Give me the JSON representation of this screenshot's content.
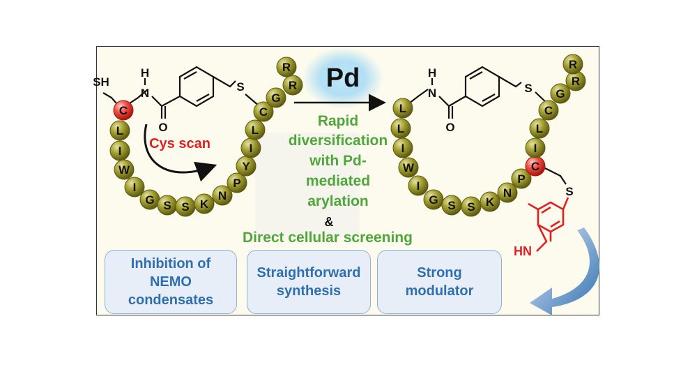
{
  "catalyst": "Pd",
  "left_peptide": {
    "residues": [
      "C",
      "L",
      "I",
      "W",
      "I",
      "G",
      "S",
      "S",
      "K",
      "N",
      "P",
      "Y",
      "I",
      "L",
      "C",
      "G",
      "R",
      "R"
    ],
    "sh_label": "SH",
    "h_label": "H",
    "n_label": "N",
    "o_label": "O",
    "s_label": "S",
    "cys_scan_label": "Cys scan"
  },
  "right_peptide": {
    "residues": [
      "L",
      "L",
      "I",
      "W",
      "I",
      "G",
      "S",
      "S",
      "K",
      "N",
      "P",
      "C",
      "I",
      "L",
      "C",
      "G",
      "R",
      "R"
    ],
    "h_label": "H",
    "n_label": "N",
    "o_label": "O",
    "s_label": "S",
    "s2_label": "S",
    "hn_label": "HN"
  },
  "center_text": {
    "line1": "Rapid",
    "line2": "diversification",
    "line3": "with Pd-",
    "line4": "mediated",
    "line5": "arylation",
    "amp": "&",
    "line6": "Direct cellular screening"
  },
  "boxes": {
    "inhibition": "Inhibition of\nNEMO\ncondensates",
    "synthesis": "Straightforward\nsynthesis",
    "modulator": "Strong\nmodulator"
  },
  "colors": {
    "bead": "#9e9a2e",
    "bead_dark": "#5e5b12",
    "cys": "#e8453c",
    "green_text": "#4fa63a",
    "red_text": "#e02020",
    "blue_text": "#2f6fb0",
    "glow": "#9fd8f5",
    "indole": "#e02020"
  }
}
